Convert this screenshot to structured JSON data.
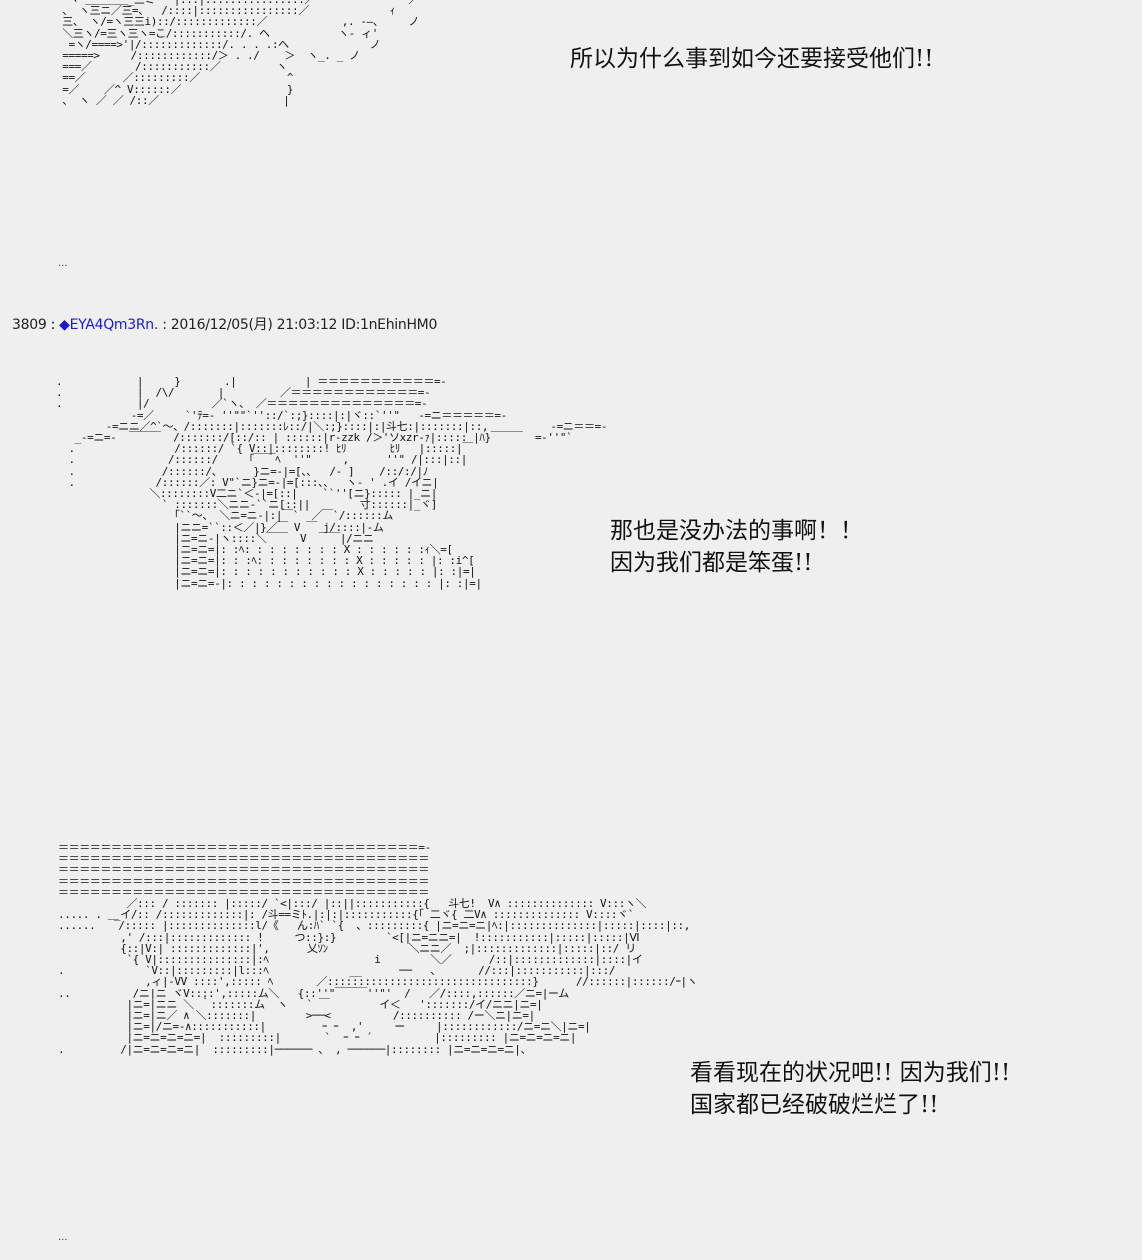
{
  "art_1": [
    "  ヽ ＿＿＿＿_三ミ   |:::|::::::::::::::::／               ／",
    " 、 ヽ三ニ／三=、  /::::|::::::::::::::::／             ｨ",
    " 三、 ヽ/=ヽ三三i)::/:::::::::::::／            ,. -―、    ノ",
    " ＼三ヽ/=三ヽ三ヽ=こ/:::::::::::/. ヘ           ヽ- ィ'",
    "  =ヽ/====>'|/:::::::::::::/. . . .:ヘ             ノ",
    " =====>     /::::::::::::/＞ . ./    ＞  ヽ_. _ ノ",
    " ===／       /:::::::::::／         ヽ",
    " ==／      ／:::::::::／              ^",
    " =／    ／^ V::::::／                 }",
    " 、 ヽ ／ ／ /::／                    |"
  ],
  "dialogue_1": "所以为什么事到如今还要接受他们!!",
  "dots_1": "...",
  "post": {
    "number": "3809",
    "separator": " : ",
    "name": "◆EYA4Qm3Rn.",
    "meta": " : 2016/12/05(月) 21:03:12 ID:1nEhinHM0"
  },
  "art_2": [
    ".            |     }       .|           | ＝＝＝＝＝＝＝＝＝＝＝=-",
    ".            |  /\\/       |         ／＝＝＝＝＝＝＝＝＝＝＝＝=-",
    ".            |/          ／`ヽ、 ／＝＝＝＝＝＝＝＝＝＝＝＝＝＝=-",
    "            -=／     `'ﾃ=- ''\"\"`''::/`:;}::::|:|ヾ::`''\"   -=ニ＝＝＝＝＝=-",
    "        -=ニニ／^`～、/:::::::|:::::::ﾚ::/|＼:;}::::|:|斗七:|:::::::|::,          -=ニ＝＝=-",
    "   _-=ニ=-  ￣￣￣  /:::::::/[::/:: | ::::::|r-zzk /＞'ソxzr-ｧ|::::: |ﾊ}￣￣￣  =-''\"`",
    "  .                /::::::/ `{ V::|::::::::! ﾋﾘ       ﾋﾘ   |:::::|￣",
    "  .               /::::::/     ｢￣￣ﾍ  ''\"     ,      ''\" /|:::|::|",
    "  .              /::::::/、     }ニ=-|=[、、  /- ]    /::/:/|ﾉ",
    "  .             /::::::／: V\"`ニ}ニ=-|=[:::、、  ヽ- ' .イ /イニ|",
    "               ＼::::::::V二ニ`＜-|=[::|    ``''[ニ}::::: |_ニ|",
    "                 ` :::::::＼ニニ-``ニ[::||        寸::::::|_ヾ]",
    "                   ｢``～、 ＼ニ=ニ-|:|￣`  ／￣`/::::::ム",
    "                   |ニニ=``::＜／|}／￣ V ￣ j/::::|-ム",
    "                   |ニ=ニ-|ヽ::::＼￣￣  V  ￣￣|/ニニ",
    "                   |ニ=ニ=|: :ﾍ: : : : : : : : X : : : : : :ｨ＼=[",
    "                   |ニ=ニ=|: : :ﾍ: : : : : : : : X : : : : : |: :i^[",
    "                   |ニ=ニ=|: : : : : : : : : : : X : : : : : |: :|=|",
    "                   |ニ=ニ=-|: : : : : : : : : : : : : : : : : |: :|=|"
  ],
  "dialogue_2": "那也是没办法的事啊！！\n因为我们都是笨蛋!!",
  "art_3": [
    "＝＝＝＝＝＝＝＝＝＝＝＝＝＝＝＝＝＝＝＝＝＝＝＝＝＝＝＝＝＝＝＝＝＝=-",
    "＝＝＝＝＝＝＝＝＝＝＝＝＝＝＝＝＝＝＝＝＝＝＝＝＝＝＝＝＝＝＝＝＝＝＝",
    "＝＝＝＝＝＝＝＝＝＝＝＝＝＝＝＝＝＝＝＝＝＝＝＝＝＝＝＝＝＝＝＝＝＝＝",
    "＝＝＝＝＝＝＝＝＝＝＝＝＝＝＝＝＝＝＝＝＝＝＝＝＝＝＝＝＝＝＝＝＝＝＝",
    "＝＝＝＝＝＝＝＝＝＝＝＝＝＝＝＝＝＝＝＝＝＝＝＝＝＝＝＝＝＝＝＝＝＝＝",
    "           ／::: / ::::::: |:::::/ `<|:::/ |::||:::::::::::{   斗七!  V∧ :::::::::::::: V:::ヽ＼",
    "..... .  _イ/:: /:::::::::::::|: /斗==ミﾄ.|:|:|:::::::::::{｢ 二ヾ{ 二V∧ :::::::::::::: V::::ヾ`",
    "......  ￣/::::: |::::::::::::::l/《   ん:ﾊ` `{  、:::::::::{ |ニ=ニ=ニ|ﾍ:|::::::::::::::|:::::|::::|::,",
    "          ,' /:::|::::::::::::: !     つ::}:}        `<[|ニ=ニニ=|  !:::::::::::|:::::|:::::|Ⅵ",
    "          {::|V:| :::::::::::::|',      乂ｿﾝ             ＼ニニ／  ;|:::::::::::::|:::::|::/ リ",
    "           `{ V|:::::::::::::::|:ﾍ                 i        ＼／      /::|:::::::::::::|::::|イ",
    ".             `V::|:::::::::|l:::ﾍ             __      ──   、      //:::|:::::::::::|:::/",
    "              ,ィ|-VV ::::',::::: ﾍ       ／:::::::::::::::::::::::::::::::::}      //::::::|::::::/ｰ|ヽ",
    "..          /ニ|ニ ヾV::::',:::::ム＼   {::''\"￣￣￣''\"'  /   ／/::::,::::::／ニ=|ーム",
    "           |ニ=|ニニ ＼ ｀:::::::ム  ヽ   ` ￣        イ＜   ':::::::/イ/ニニ|ニ=|",
    "           |ニ=|ニ／ ∧ ＼:::::::|        >──<          /:::::::::: /ー＼ニ|ニ=|",
    "           |ニ=|/ニ=-∧:::::::::::|         ｰ ｰ  ,'     ー     |::::::::::::/ニ=ニ＼|ニ=|",
    "           |ニ=ニ=ニ=ニ=|  :::::::::|       `  ｰ ｰ ´          |::::::::: |ニ=ニ=ニ=ニ|",
    ".         /|ニ=ニ=ニ=ニ|  :::::::::|────── 、 , ──────|:::::::: |ニ=ニ=ニ=ニ|、"
  ],
  "dialogue_3": "看看现在的状况吧!! 因为我们!!\n国家都已经破破烂烂了!!",
  "dots_3": "..."
}
